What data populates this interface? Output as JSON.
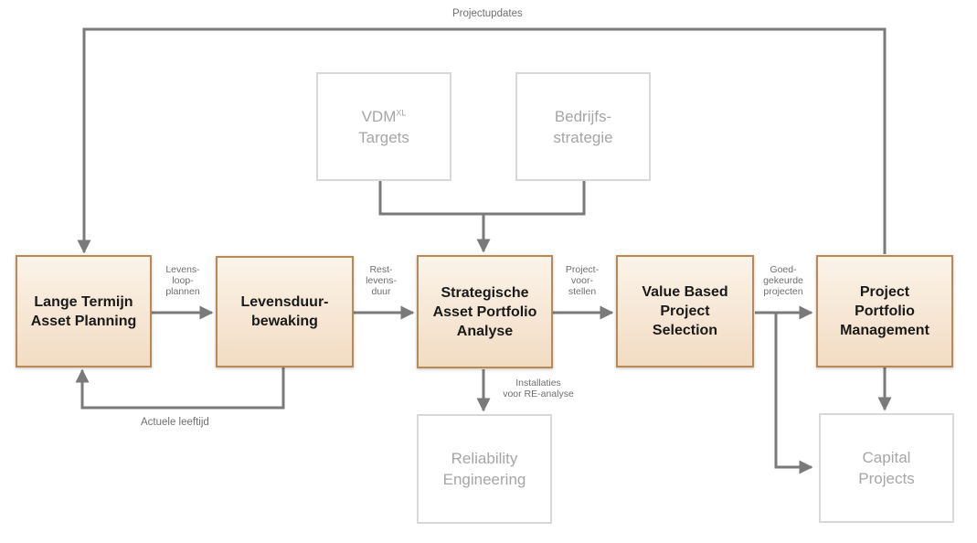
{
  "boxes": {
    "lange_termijn": [
      "Lange Termijn",
      "Asset Planning"
    ],
    "levensduur": [
      "Levensduur-",
      "bewaking"
    ],
    "strategische": [
      "Strategische",
      "Asset Portfolio",
      "Analyse"
    ],
    "value_based": [
      "Value Based",
      "Project",
      "Selection"
    ],
    "project_portfolio": [
      "Project",
      "Portfolio",
      "Management"
    ],
    "vdm": {
      "main": "VDM",
      "sup": "XL",
      "line2": "Targets"
    },
    "bedrijfs": [
      "Bedrijfs-",
      "strategie"
    ],
    "reliability": [
      "Reliability",
      "Engineering"
    ],
    "capital": [
      "Capital",
      "Projects"
    ]
  },
  "labels": {
    "projectupdates": "Projectupdates",
    "levensloopplannen": [
      "Levens-",
      "loop-",
      "plannen"
    ],
    "restlevensduur": [
      "Rest-",
      "levens-",
      "duur"
    ],
    "projectvoorstellen": [
      "Project-",
      "voor-",
      "stellen"
    ],
    "goedgekeurde": [
      "Goed-",
      "gekeurde",
      "projecten"
    ],
    "installaties": [
      "Installaties",
      "voor RE-analyse"
    ],
    "actuele_leeftijd": "Actuele leeftijd"
  },
  "colors": {
    "arrow": "#7a7a7a",
    "main_border": "#b98a55",
    "main_fill": "#f2dcc3",
    "gray_border": "#d8d8d8",
    "gray_text": "#a6a6a6"
  }
}
